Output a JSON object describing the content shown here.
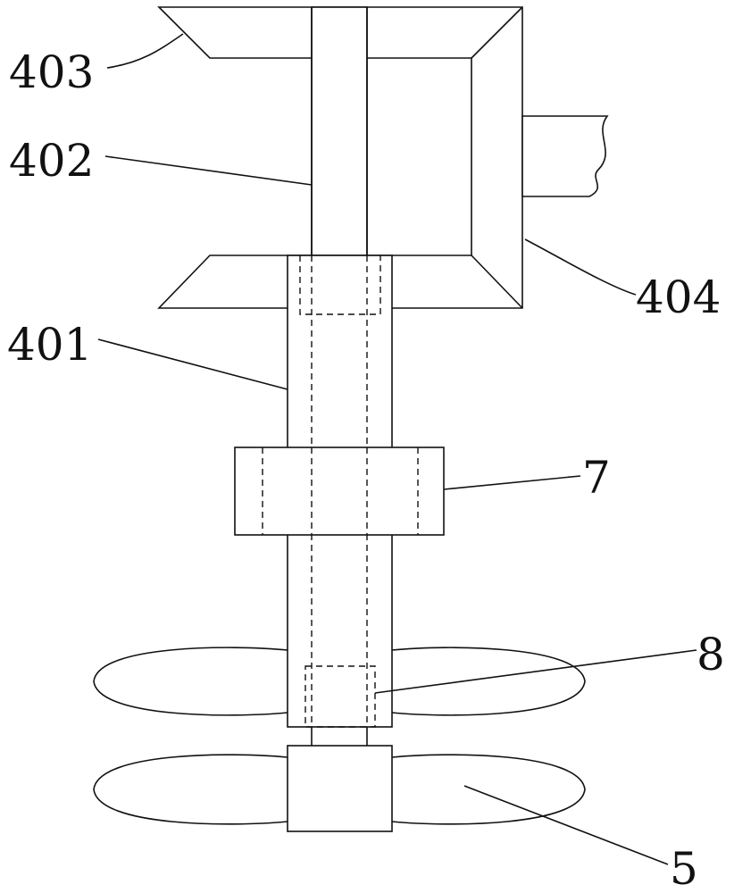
{
  "labels": {
    "l403": "403",
    "l402": "402",
    "l401": "401",
    "l404": "404",
    "l7": "7",
    "l8": "8",
    "l5": "5"
  }
}
